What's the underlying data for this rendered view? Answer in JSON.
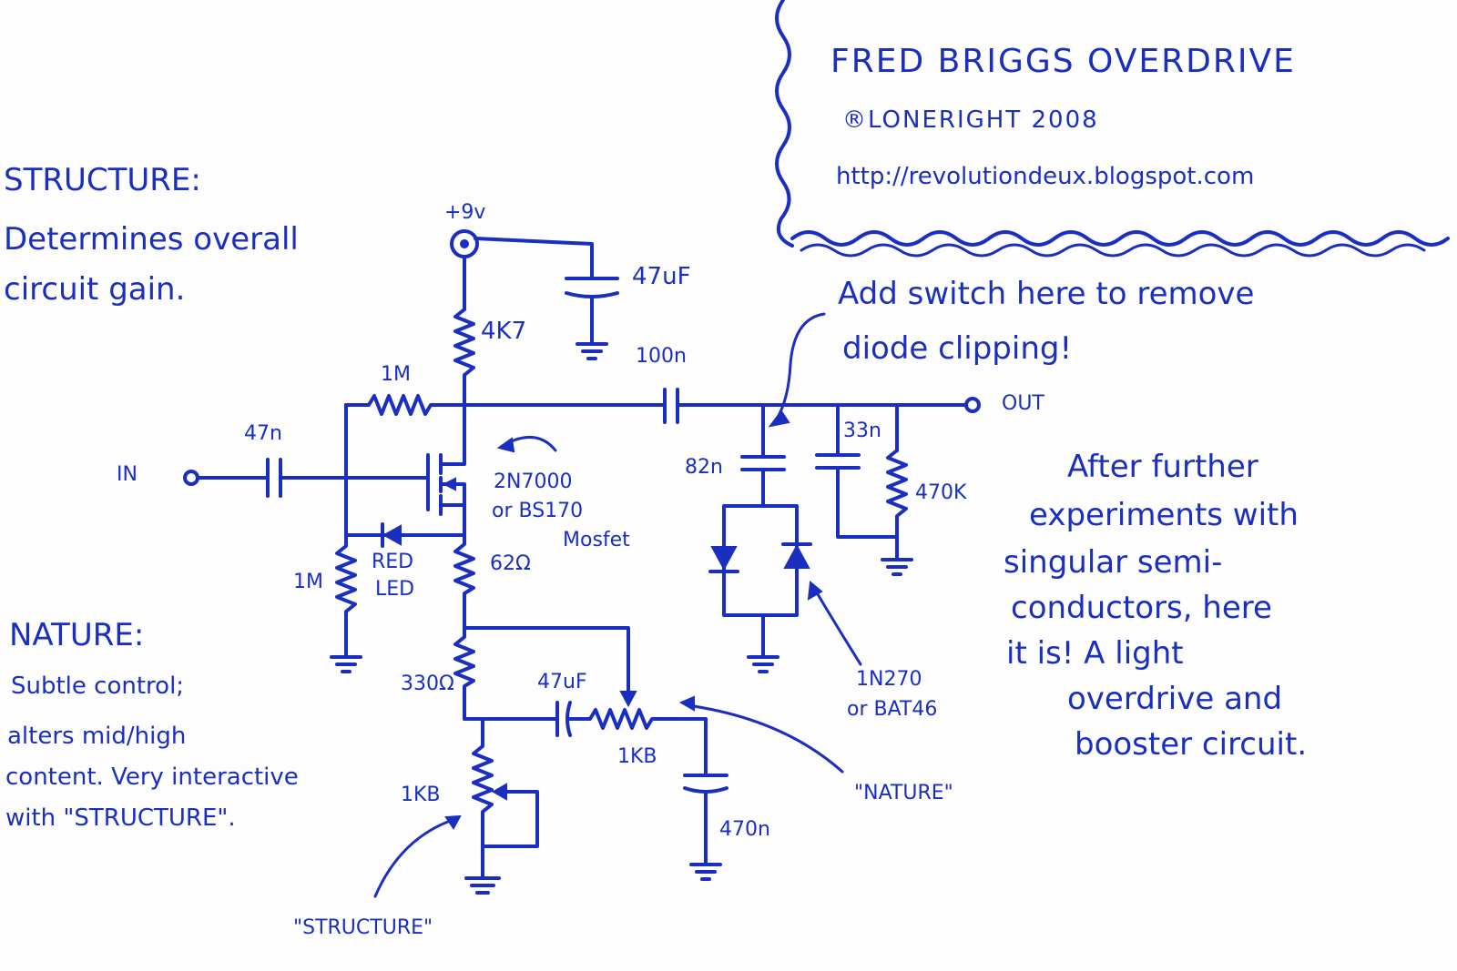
{
  "title_block": {
    "title": "FRED BRIGGS OVERDRIVE",
    "copyright": "®LONERIGHT   2008",
    "url": "http://revolutiondeux.blogspot.com"
  },
  "notes": {
    "structure_heading": "STRUCTURE:",
    "structure_desc_1": "Determines overall",
    "structure_desc_2": "circuit gain.",
    "nature_heading": "NATURE:",
    "nature_desc_1": "Subtle control;",
    "nature_desc_2": "alters mid/high",
    "nature_desc_3": "content. Very interactive",
    "nature_desc_4": "with \"STRUCTURE\".",
    "switch_note_1": "Add switch here to remove",
    "switch_note_2": "diode clipping!",
    "after_1": "After further",
    "after_2": "experiments with",
    "after_3": "singular semi-",
    "after_4": "conductors, here",
    "after_5": "it is! A light",
    "after_6": "overdrive and",
    "after_7": "booster circuit."
  },
  "labels": {
    "supply": "+9v",
    "cap_supply": "47uF",
    "r_drain": "4K7",
    "r_feedback": "1M",
    "cap_out": "100n",
    "out": "OUT",
    "in": "IN",
    "cap_in": "47n",
    "mosfet_1": "2N7000",
    "mosfet_2": "or BS170",
    "mosfet_3": "Mosfet",
    "r_bias": "1M",
    "led_1": "RED",
    "led_2": "LED",
    "r_source": "62Ω",
    "r_330": "330Ω",
    "cap_nature": "47uF",
    "pot_nature": "1KB",
    "pot_structure": "1KB",
    "cap_clip": "82n",
    "cap_33": "33n",
    "r_470k": "470K",
    "diode_1": "1N270",
    "diode_2": "or BAT46",
    "cap_470": "470n",
    "nature_label": "\"NATURE\"",
    "structure_label": "\"STRUCTURE\""
  }
}
